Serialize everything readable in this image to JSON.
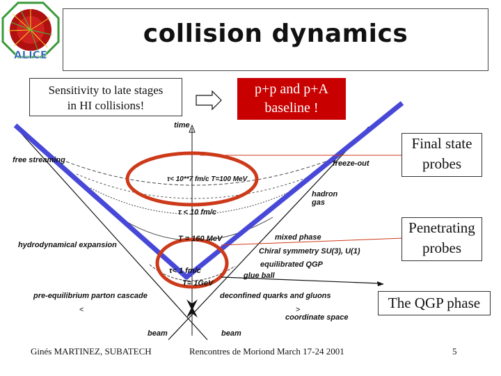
{
  "title": "collision dynamics",
  "logo_text": "ALICE",
  "sensitivity_box": {
    "line1": "Sensitivity to late stages",
    "line2": "in HI collisions!"
  },
  "baseline_box": {
    "line1": "p+p  and p+A",
    "line2": "baseline !"
  },
  "probe_boxes": {
    "final_state": {
      "line1": "Final state",
      "line2": "probes"
    },
    "penetrating": {
      "line1": "Penetrating",
      "line2": "probes"
    },
    "qgp_phase": "The QGP phase"
  },
  "diagram_labels": {
    "time_axis": "time",
    "free_streaming": "free streaming",
    "freeze_out": "freeze-out",
    "tau_100": "τ< 10**7 fm/c T=100 MeV",
    "hadron_gas_1": "hadron",
    "hadron_gas_2": "gas",
    "tau_10": "τ  < 10  fm/c",
    "hydro": "hydrodynamical expansion",
    "t160": "T = 160 MeV",
    "mixed_phase": "mixed phase",
    "chiral": "Chiral symmetry SU(3), U(1)",
    "equilibrated": "equilibrated QGP",
    "glue_ball": "glue ball",
    "tau_1": "τ< 1 fm/c",
    "t1gev": "T= 1GeV",
    "pre_equilibrium": "pre-equilibrium parton cascade",
    "deconfined": "deconfined quarks and gluons",
    "coordinate_space": "coordinate space",
    "beam_left": "beam",
    "beam_right": "beam"
  },
  "footer": {
    "author": "Ginés MARTINEZ, SUBATECH",
    "conference": "Rencontres de Moriond March 17-24 2001",
    "page": "5"
  },
  "colors": {
    "blue_band": "#4848d8",
    "red_ellipse": "#cc3a1a",
    "baseline_red": "#c80000"
  }
}
